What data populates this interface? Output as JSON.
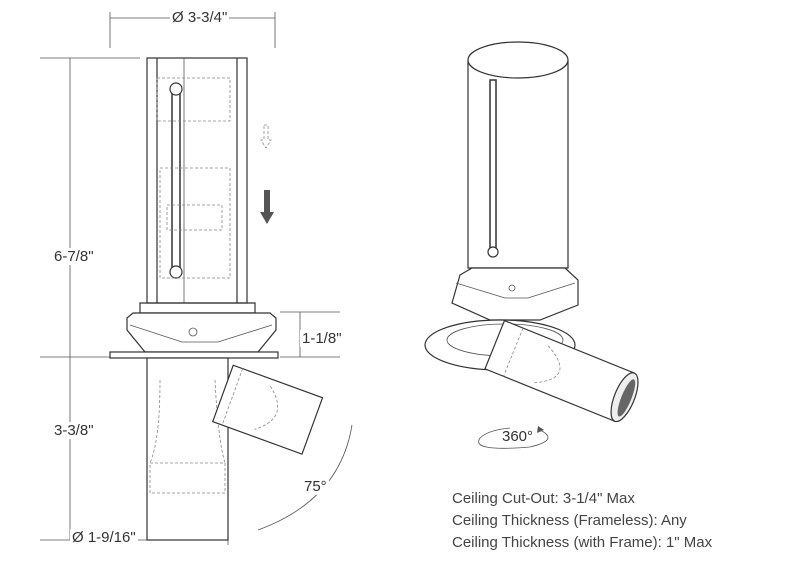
{
  "dimensions": {
    "top_diameter": "Ø 3-3/4\"",
    "overall_height": "6-7/8\"",
    "bezel_height": "1-1/8\"",
    "below_ceiling": "3-3/8\"",
    "bottom_diameter": "Ø 1-9/16\"",
    "tilt_angle": "75°",
    "rotation": "360°"
  },
  "notes": [
    "Ceiling Cut-Out: 3-1/4\" Max",
    "Ceiling Thickness (Frameless): Any",
    "Ceiling Thickness (with Frame): 1\" Max"
  ]
}
